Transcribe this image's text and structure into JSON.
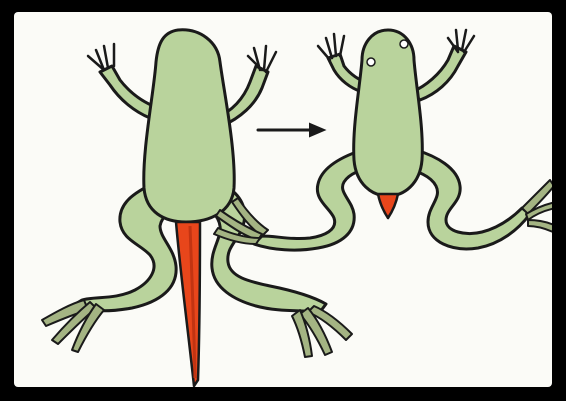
{
  "diagram": {
    "colors": {
      "frame": "#000000",
      "background": "#fbfbf7",
      "frog_body": "#b9d39c",
      "outline": "#1a1a1a",
      "tail": "#e8461b",
      "tail_dark": "#c23412",
      "arrow": "#1a1a1a",
      "toes": "#7c8a5a"
    },
    "stages": [
      {
        "name": "tadpole-with-legs",
        "tail": "long"
      },
      {
        "name": "young-frog",
        "tail": "stub"
      }
    ],
    "arrow": {
      "direction": "right",
      "icon": "arrow-right-icon"
    }
  }
}
